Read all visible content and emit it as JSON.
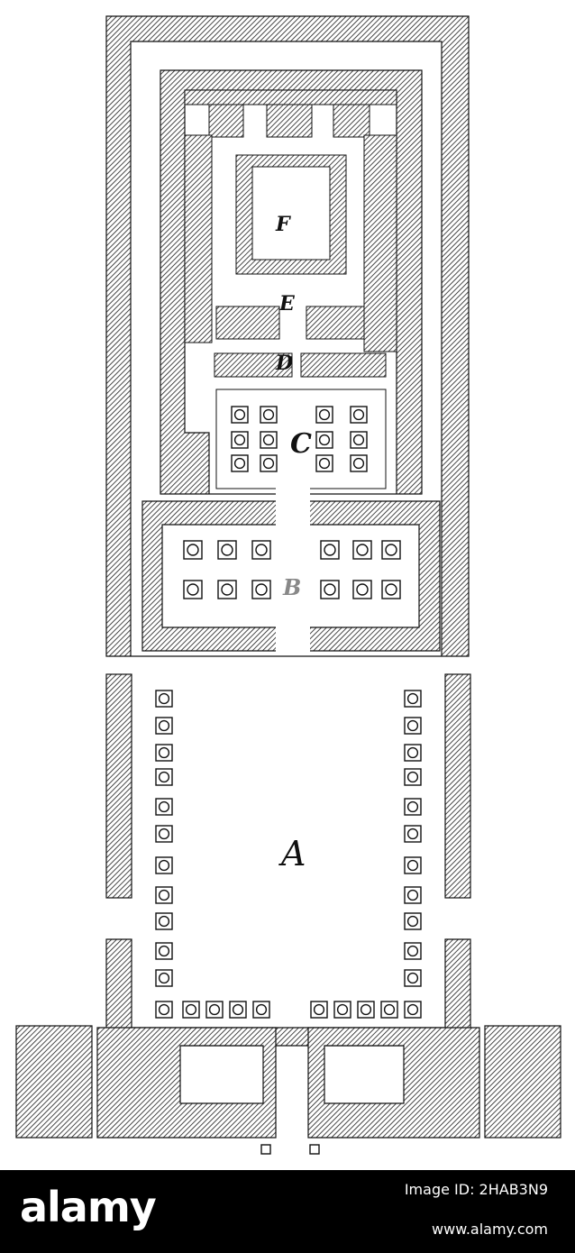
{
  "plan": {
    "room_labels": {
      "A": "A",
      "B": "B",
      "C": "C",
      "D": "D",
      "E": "E",
      "F": "F"
    },
    "wall_color": "#1a1a1a",
    "paper_color": "#ffffff"
  },
  "footer": {
    "brand": "alamy",
    "image_id": "Image ID: 2HAB3N9",
    "url": "www.alamy.com",
    "background": "#000000",
    "text_color": "#ffffff"
  }
}
